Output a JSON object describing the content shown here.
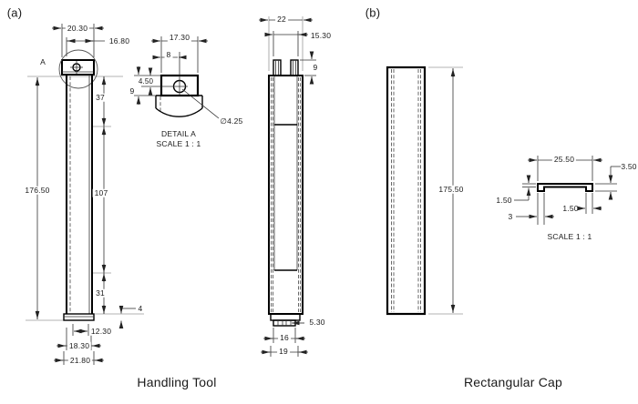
{
  "figure": {
    "panel_a_label": "(a)",
    "panel_b_label": "(b)",
    "caption_handling_tool": "Handling Tool",
    "caption_rectangular_cap": "Rectangular Cap"
  },
  "handling_tool": {
    "side_view": {
      "width_top": "20.30",
      "width_body": "16.80",
      "detail_marker": "A",
      "height_total": "176.50",
      "len_upper": "37",
      "len_middle": "107",
      "len_lower": "31",
      "base_height": "4",
      "base_inner_width": "12.30",
      "base_mid_width": "18.30",
      "base_width": "21.80"
    },
    "detail_a": {
      "title": "DETAIL A",
      "scale": "SCALE 1 : 1",
      "head_width": "17.30",
      "hole_offset": "8",
      "head_height": "9",
      "hole_depth": "4.50",
      "hole_diameter": "∅4.25"
    },
    "front_view": {
      "width": "22",
      "prong_span": "15.30",
      "prong_height": "9",
      "foot_height": "5.30",
      "foot_inner_width": "16",
      "foot_width": "19"
    }
  },
  "rectangular_cap": {
    "side_view": {
      "height": "175.50"
    },
    "section_view": {
      "scale": "SCALE 1 : 1",
      "width": "25.50",
      "height": "3.50",
      "thickness_left": "1.50",
      "thickness_inner": "1.50",
      "lip_width": "3"
    }
  }
}
